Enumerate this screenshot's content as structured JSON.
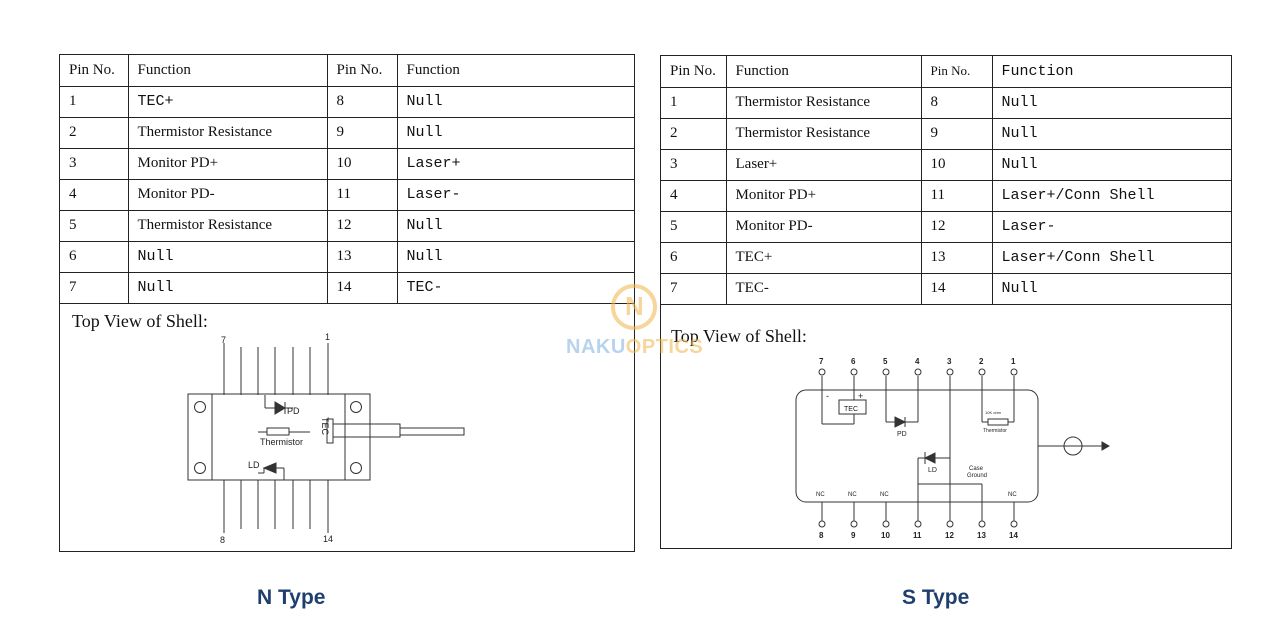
{
  "n_type": {
    "caption": "N Type",
    "headers": [
      "Pin No.",
      "Function",
      "Pin No.",
      "Function"
    ],
    "rows": [
      {
        "pin_a": "1",
        "func_a": "TEC+",
        "pin_b": "8",
        "func_b": "Null"
      },
      {
        "pin_a": "2",
        "func_a": "Thermistor Resistance",
        "pin_b": "9",
        "func_b": "Null"
      },
      {
        "pin_a": "3",
        "func_a": "Monitor PD+",
        "pin_b": "10",
        "func_b": "Laser+"
      },
      {
        "pin_a": "4",
        "func_a": "Monitor PD-",
        "pin_b": "11",
        "func_b": "Laser-"
      },
      {
        "pin_a": "5",
        "func_a": "Thermistor Resistance",
        "pin_b": "12",
        "func_b": "Null"
      },
      {
        "pin_a": "6",
        "func_a": "Null",
        "pin_b": "13",
        "func_b": "Null"
      },
      {
        "pin_a": "7",
        "func_a": "Null",
        "pin_b": "14",
        "func_b": "TEC-"
      }
    ],
    "shell_title": "Top View of Shell:",
    "diagram": {
      "pin_top_left": "7",
      "pin_top_right": "1",
      "pin_bottom_left": "8",
      "pin_bottom_right": "14",
      "pd": "PD",
      "thermistor": "Thermistor",
      "tec": "TEC",
      "ld": "LD"
    }
  },
  "s_type": {
    "caption": "S Type",
    "headers": [
      "Pin No.",
      "Function",
      "Pin No.",
      "Function"
    ],
    "rows": [
      {
        "pin_a": "1",
        "func_a": "Thermistor Resistance",
        "pin_b": "8",
        "func_b": "Null"
      },
      {
        "pin_a": "2",
        "func_a": "Thermistor Resistance",
        "pin_b": "9",
        "func_b": "Null"
      },
      {
        "pin_a": "3",
        "func_a": "Laser+",
        "pin_b": "10",
        "func_b": "Null"
      },
      {
        "pin_a": "4",
        "func_a": "Monitor PD+",
        "pin_b": "11",
        "func_b": "Laser+/Conn Shell"
      },
      {
        "pin_a": "5",
        "func_a": "Monitor PD-",
        "pin_b": "12",
        "func_b": "Laser-"
      },
      {
        "pin_a": "6",
        "func_a": "TEC+",
        "pin_b": "13",
        "func_b": "Laser+/Conn Shell"
      },
      {
        "pin_a": "7",
        "func_a": "TEC-",
        "pin_b": "14",
        "func_b": "Null"
      }
    ],
    "shell_title": "Top View of Shell:",
    "diagram": {
      "top_pins": [
        "7",
        "6",
        "5",
        "4",
        "3",
        "2",
        "1"
      ],
      "bottom_pins": [
        "8",
        "9",
        "10",
        "11",
        "12",
        "13",
        "14"
      ],
      "nc": "NC",
      "tec": "TEC",
      "pd": "PD",
      "ld": "LD",
      "thermistor_value": "10K ohm",
      "thermistor": "Thermistor",
      "case": "Case",
      "ground": "Ground",
      "plus": "+",
      "minus": "-"
    }
  },
  "watermark": {
    "part1": "NAKU",
    "part2": "OPTICS",
    "logo_letter": "N"
  }
}
